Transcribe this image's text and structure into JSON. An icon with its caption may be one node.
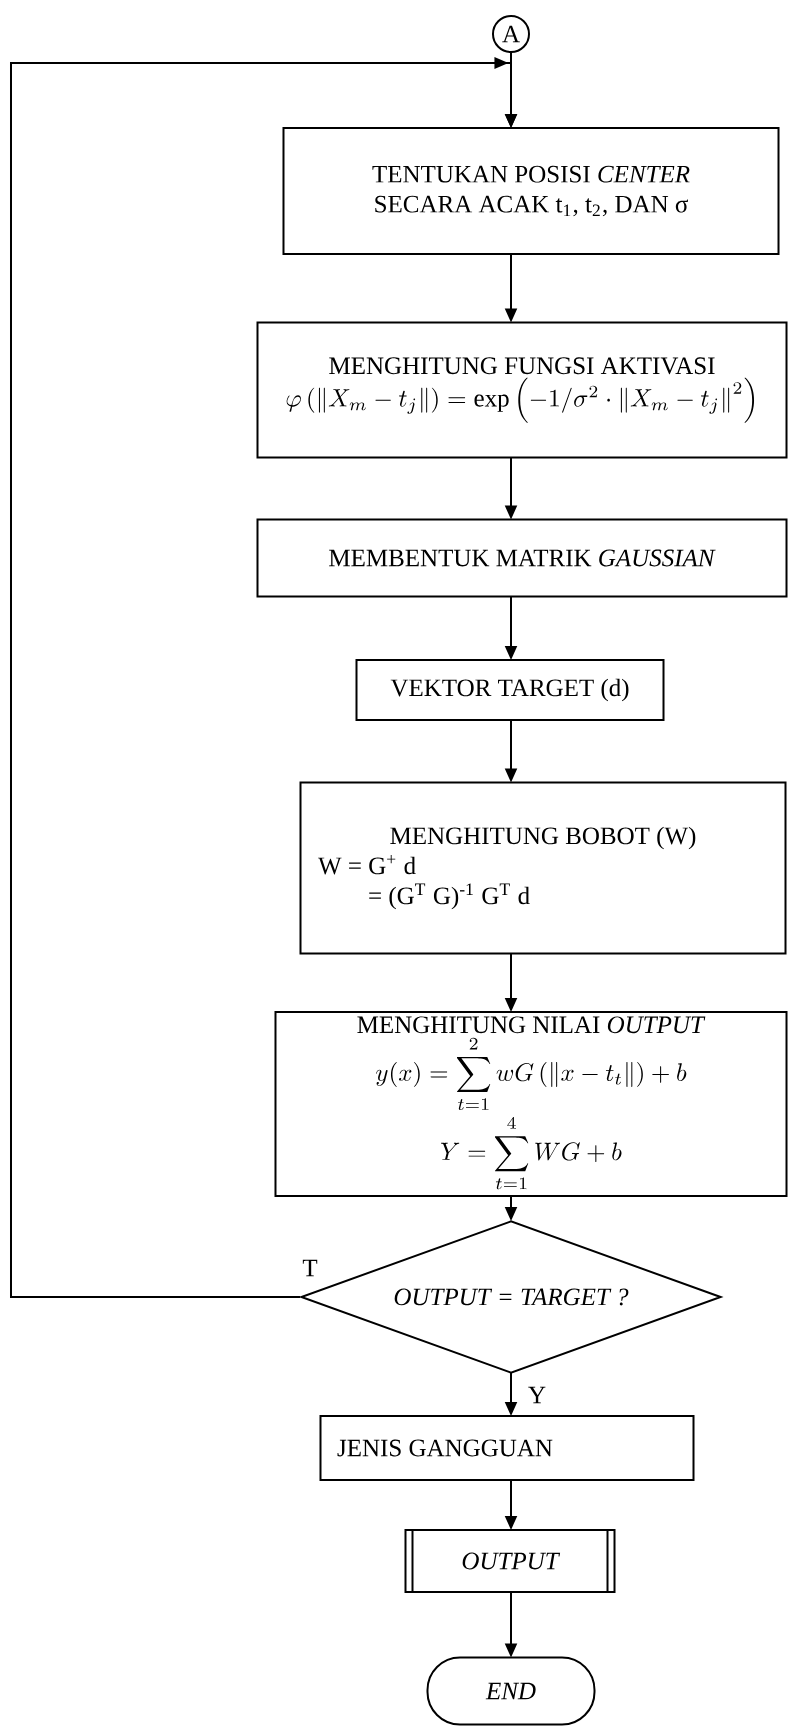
{
  "diagram": {
    "nodes": [
      {
        "text": [
          "A"
        ]
      },
      {
        "text": [
          "TENTUKAN POSISI *CENTER* SECARA ACAK t$_{1}$, t$_{2}$, DAN σ"
        ]
      },
      {
        "text": [
          "MENGHITUNG FUNGSI AKTIVASI",
          "\\varphi\\left(\\left\\|X_m-t_j\\right\\|\\right)=\\exp\\left(-1/\\sigma^2\\cdot\\left\\|X_m-t_j\\right\\|^2\\right)"
        ]
      },
      {
        "text": [
          "MEMBENTUK MATRIK *GAUSSIAN*"
        ]
      },
      {
        "text": [
          "VEKTOR TARGET (d)"
        ]
      },
      {
        "text": [
          "MENGHITUNG BOBOT (W)",
          "W = G$^{+}$ d",
          "= (G$^{T}$ G)$^{-1}$ G$^{T}$ d"
        ]
      },
      {
        "text": [
          "MENGHITUNG NILAI *OUTPUT*",
          "y(x)=\\sum_{t=1}^{2} wG\\left(\\left\\|x-t_t\\right\\|\\right)+b",
          "Y=\\sum_{t=1}^{4} WG+b"
        ]
      },
      {
        "text": [
          "OUTPUT = TARGET ?"
        ]
      },
      {
        "text": [
          "JENIS GANGGUAN"
        ]
      },
      {
        "text": [
          "OUTPUT"
        ]
      },
      {
        "text": [
          "END"
        ]
      }
    ],
    "edges": [
      {
        "from": 0,
        "to": 1,
        "arrow": "to"
      },
      {
        "from": 1,
        "to": 2,
        "arrow": "to"
      },
      {
        "from": 2,
        "to": 3,
        "arrow": "to"
      },
      {
        "from": 3,
        "to": 4,
        "arrow": "to"
      },
      {
        "from": 4,
        "to": 5,
        "arrow": "to"
      },
      {
        "from": 5,
        "to": 6,
        "arrow": "to"
      },
      {
        "from": 6,
        "to": 7,
        "arrow": "to"
      },
      {
        "from": 7,
        "to": 1,
        "arrow": "to",
        "label": "T"
      },
      {
        "from": 7,
        "to": 8,
        "arrow": "to",
        "label": "Y"
      },
      {
        "from": 8,
        "to": 9,
        "arrow": "to"
      },
      {
        "from": 9,
        "to": 10,
        "arrow": "to"
      }
    ]
  }
}
